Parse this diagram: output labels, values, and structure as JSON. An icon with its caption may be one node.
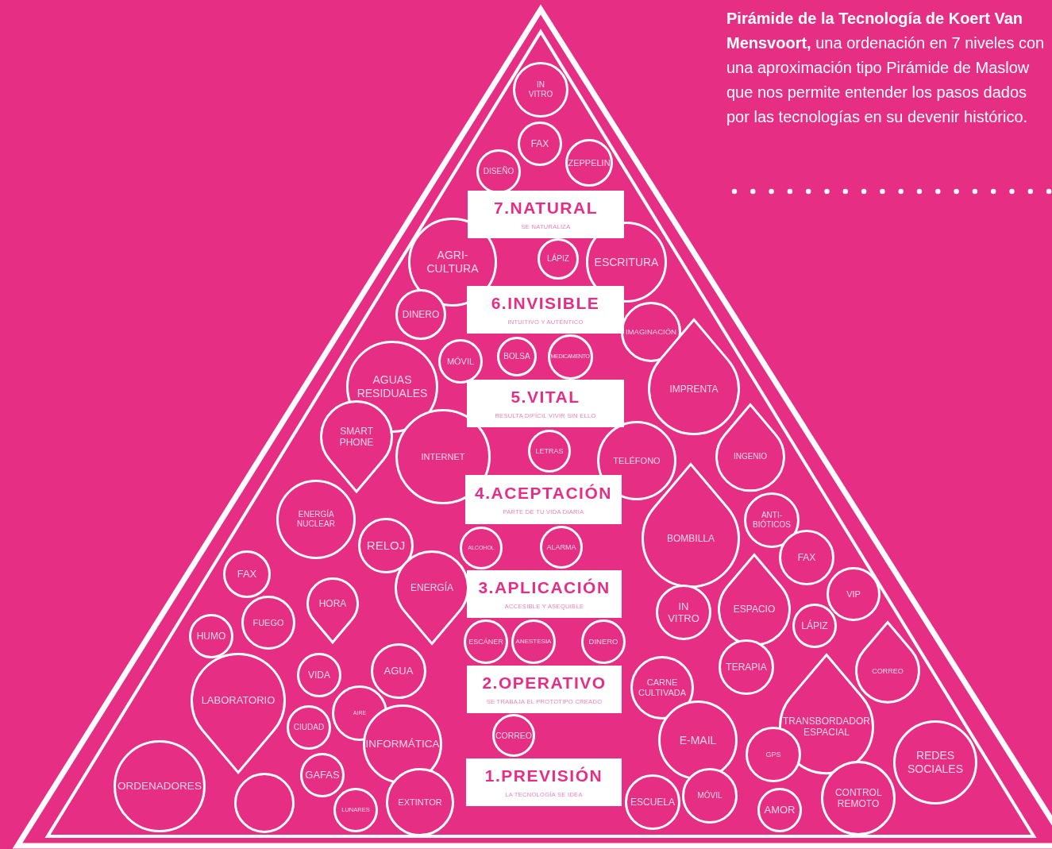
{
  "diagram": {
    "title": "**Pirámide de la Tecnología de Koert Van Mensvoort,** una ordenación en 7 niveles con una aproximación tipo Pirámide de Maslow que nos permite entender los pasos dados por las tecnologías en su devenir histórico.",
    "nodes": [
      {
        "text": [
          "IN VITRO"
        ]
      },
      {
        "text": [
          "FAX"
        ]
      },
      {
        "text": [
          "DISEÑO"
        ]
      },
      {
        "text": [
          "ZEPPELIN"
        ]
      },
      {
        "text": [
          "7.NATURAL",
          "SE NATURALIZA"
        ]
      },
      {
        "text": [
          "AGRI- CULTURA"
        ]
      },
      {
        "text": [
          "LÁPIZ"
        ]
      },
      {
        "text": [
          "ESCRITURA"
        ]
      },
      {
        "text": [
          "DINERO"
        ]
      },
      {
        "text": [
          "6.INVISIBLE",
          "INTUITIVO Y AUTÉNTICO"
        ]
      },
      {
        "text": [
          "IMAGINACIÓN"
        ]
      },
      {
        "text": [
          "AGUAS RESIDUALES"
        ]
      },
      {
        "text": [
          "MÓVIL"
        ]
      },
      {
        "text": [
          "BOLSA"
        ]
      },
      {
        "text": [
          "MEDICAMENTO"
        ]
      },
      {
        "text": [
          "IMPRENTA"
        ]
      },
      {
        "text": [
          "5.VITAL",
          "RESULTA DIFÍCIL VIVIR SIN ELLO"
        ]
      },
      {
        "text": [
          "SMART PHONE"
        ]
      },
      {
        "text": [
          "INTERNET"
        ]
      },
      {
        "text": [
          "LETRAS"
        ]
      },
      {
        "text": [
          "TELÉFONO"
        ]
      },
      {
        "text": [
          "INGENIO"
        ]
      },
      {
        "text": [
          "4.ACEPTACIÓN",
          "PARTE DE TU VIDA DIARIA"
        ]
      },
      {
        "text": [
          "ENERGÍA NUCLEAR"
        ]
      },
      {
        "text": [
          "RELOJ"
        ]
      },
      {
        "text": [
          "ALCOHOL"
        ]
      },
      {
        "text": [
          "BOMBILLA"
        ]
      },
      {
        "text": [
          "ANTI- BIÓTICOS"
        ]
      },
      {
        "text": [
          "ALARMA"
        ]
      },
      {
        "text": [
          "FAX"
        ]
      },
      {
        "text": [
          "FAX"
        ]
      },
      {
        "text": [
          "ENERGÍA"
        ]
      },
      {
        "text": [
          "3.APLICACIÓN",
          "ACCESIBLE Y ASEQUIBLE"
        ]
      },
      {
        "text": [
          "HORA"
        ]
      },
      {
        "text": [
          "VIP"
        ]
      },
      {
        "text": [
          "IN VITRO"
        ]
      },
      {
        "text": [
          "ESPACIO"
        ]
      },
      {
        "text": [
          "FUEGO"
        ]
      },
      {
        "text": [
          "LÁPIZ"
        ]
      },
      {
        "text": [
          "HUMO"
        ]
      },
      {
        "text": [
          "ESCÁNER"
        ]
      },
      {
        "text": [
          "ANESTESIA"
        ]
      },
      {
        "text": [
          "DINERO"
        ]
      },
      {
        "text": [
          "CORREO"
        ]
      },
      {
        "text": [
          "TERAPIA"
        ]
      },
      {
        "text": [
          "VIDA"
        ]
      },
      {
        "text": [
          "AGUA"
        ]
      },
      {
        "text": [
          "2.OPERATIVO",
          "SE TRABAJA EL PROTOTIPO CREADO"
        ]
      },
      {
        "text": [
          "LABORATORIO"
        ]
      },
      {
        "text": [
          "CARNE CULTIVADA"
        ]
      },
      {
        "text": [
          "AIRE"
        ]
      },
      {
        "text": [
          "TRANSBORDADOR ESPACIAL"
        ]
      },
      {
        "text": [
          "CIUDAD"
        ]
      },
      {
        "text": [
          "INFORMÁTICA"
        ]
      },
      {
        "text": [
          "CORREO"
        ]
      },
      {
        "text": [
          "E-MAIL"
        ]
      },
      {
        "text": [
          "GPS"
        ]
      },
      {
        "text": [
          "REDES SOCIALES"
        ]
      },
      {
        "text": [
          "1.PREVISIÓN",
          "LA TECNOLOGÍA SE IDEA"
        ]
      },
      {
        "text": [
          "GAFAS"
        ]
      },
      {
        "text": [
          "ORDENADORES"
        ]
      },
      {
        "text": [],
        "shape": "circle"
      },
      {
        "text": [
          "MÓVIL"
        ]
      },
      {
        "text": [
          "CONTROL REMOTO"
        ]
      },
      {
        "text": [
          "EXTINTOR"
        ]
      },
      {
        "text": [
          "ESCUELA"
        ]
      },
      {
        "text": [
          "AMOR"
        ]
      },
      {
        "text": [
          "LUNARES"
        ]
      }
    ]
  }
}
